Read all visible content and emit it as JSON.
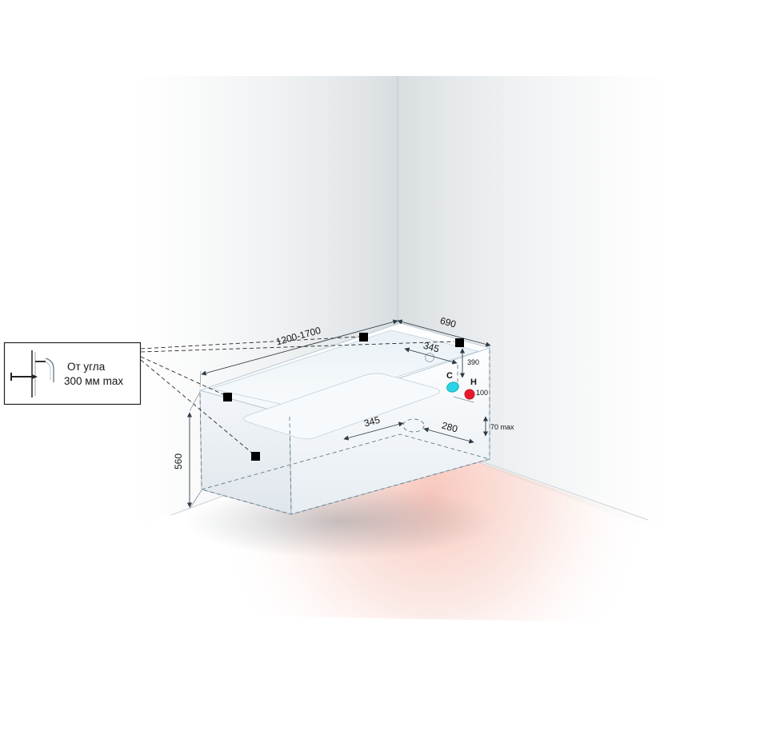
{
  "diagram": {
    "inset": {
      "line1": "От угла",
      "line2": "300 мм max"
    },
    "labels": {
      "length": "1200-1700",
      "width": "690",
      "faucet_offset": "345",
      "faucet_height": "390",
      "drain_offset_long": "345",
      "drain_offset_short": "280",
      "height": "560",
      "floor_clearance": "70 max",
      "holes_spacing": "100",
      "cold": "C",
      "hot": "H"
    },
    "colors": {
      "cold_hole": "#2ad4e6",
      "hot_hole": "#e8192c"
    }
  }
}
